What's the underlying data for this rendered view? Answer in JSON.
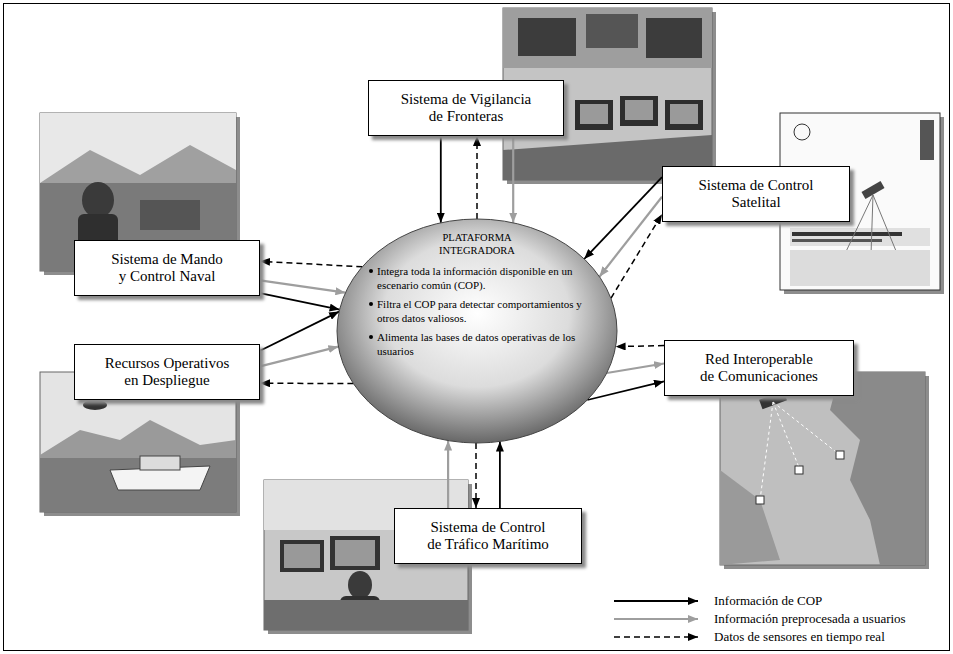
{
  "diagram": {
    "nodes": [
      {
        "text": [
          "Sistema de Vigilancia de Fronteras"
        ]
      },
      {
        "text": [
          "Sistema de Control Satelital"
        ]
      },
      {
        "text": [
          "Sistema de Mando y Control Naval"
        ]
      },
      {
        "text": [
          "PLATAFORMA INTEGRADORA",
          "Integra toda la información disponible en un escenario común (COP).",
          "Filtra el COP para detectar comportamientos y otros datos valiosos.",
          "Alimenta las bases de datos operativas de los usuarios"
        ]
      },
      {
        "text": [
          "Red Interoperable de Comunicaciones"
        ]
      },
      {
        "text": [
          "Recursos Operativos en Despliegue"
        ]
      },
      {
        "text": [
          "Sistema de Control de Tráfico Marítimo"
        ]
      }
    ],
    "edges": [
      {
        "from": 0,
        "to": 3,
        "arrow": "to"
      },
      {
        "from": 3,
        "to": 0,
        "arrow": "to"
      },
      {
        "from": 0,
        "to": 3,
        "arrow": "to"
      },
      {
        "from": 1,
        "to": 3,
        "arrow": "to"
      },
      {
        "from": 1,
        "to": 3,
        "arrow": "to"
      },
      {
        "from": 3,
        "to": 1,
        "arrow": "to"
      },
      {
        "from": 3,
        "to": 2,
        "arrow": "to"
      },
      {
        "from": 2,
        "to": 3,
        "arrow": "to"
      },
      {
        "from": 2,
        "to": 3,
        "arrow": "to"
      },
      {
        "from": 5,
        "to": 3,
        "arrow": "to"
      },
      {
        "from": 5,
        "to": 3,
        "arrow": "to"
      },
      {
        "from": 3,
        "to": 5,
        "arrow": "to"
      },
      {
        "from": 4,
        "to": 3,
        "arrow": "to"
      },
      {
        "from": 3,
        "to": 4,
        "arrow": "to"
      },
      {
        "from": 3,
        "to": 4,
        "arrow": "to"
      },
      {
        "from": 6,
        "to": 3,
        "arrow": "to"
      },
      {
        "from": 3,
        "to": 6,
        "arrow": "to"
      },
      {
        "from": 6,
        "to": 3,
        "arrow": "to"
      }
    ],
    "legend": [
      {
        "text": "Información de COP"
      },
      {
        "text": "Información preprocesada a usuarios"
      },
      {
        "text": "Datos de sensores en tiempo real"
      }
    ]
  }
}
